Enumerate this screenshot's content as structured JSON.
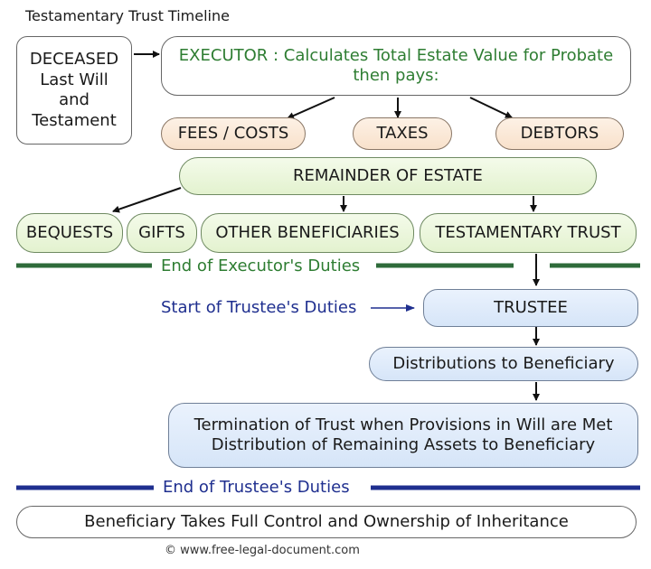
{
  "title": "Testamentary Trust Timeline",
  "deceased": {
    "line1": "DECEASED",
    "line2": "Last Will",
    "line3": "and",
    "line4": "Testament"
  },
  "executor": {
    "line1": "EXECUTOR : Calculates Total Estate Value for Probate",
    "line2": "then pays:"
  },
  "payments": [
    "FEES / COSTS",
    "TAXES",
    "DEBTORS"
  ],
  "remainder": "REMAINDER OF ESTATE",
  "beneficiaries": [
    "BEQUESTS",
    "GIFTS",
    "OTHER BENEFICIARIES",
    "TESTAMENTARY TRUST"
  ],
  "end_executor": "End of Executor's Duties",
  "start_trustee": "Start of Trustee's Duties",
  "trustee": "TRUSTEE",
  "distributions": "Distributions to Beneficiary",
  "termination": {
    "line1": "Termination of Trust when Provisions in Will are Met",
    "line2": "Distribution of Remaining Assets to Beneficiary"
  },
  "end_trustee": "End of Trustee's Duties",
  "final": "Beneficiary Takes Full Control and Ownership of Inheritance",
  "copyright": "© www.free-legal-document.com",
  "colors": {
    "executor_line": "#2e6b3a",
    "trustee_line": "#1f2f8f",
    "green_text": "#2e7d32",
    "navy_text": "#1f2f8f"
  }
}
